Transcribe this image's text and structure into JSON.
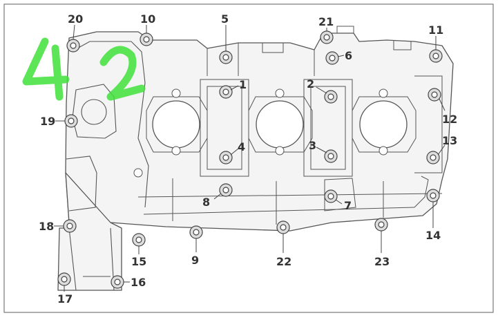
{
  "handwritten_annotation": {
    "text": "42",
    "color": "#3ee03a"
  },
  "colors": {
    "line": "#555555",
    "body": "#f4f4f4",
    "label": "#333333",
    "border": "#777777"
  },
  "callouts": [
    {
      "id": "1",
      "label": "1"
    },
    {
      "id": "2",
      "label": "2"
    },
    {
      "id": "3",
      "label": "3"
    },
    {
      "id": "4",
      "label": "4"
    },
    {
      "id": "5",
      "label": "5"
    },
    {
      "id": "6",
      "label": "6"
    },
    {
      "id": "7",
      "label": "7"
    },
    {
      "id": "8",
      "label": "8"
    },
    {
      "id": "9",
      "label": "9"
    },
    {
      "id": "10",
      "label": "10"
    },
    {
      "id": "11",
      "label": "11"
    },
    {
      "id": "12",
      "label": "12"
    },
    {
      "id": "13",
      "label": "13"
    },
    {
      "id": "14",
      "label": "14"
    },
    {
      "id": "15",
      "label": "15"
    },
    {
      "id": "16",
      "label": "16"
    },
    {
      "id": "17",
      "label": "17"
    },
    {
      "id": "18",
      "label": "18"
    },
    {
      "id": "19",
      "label": "19"
    },
    {
      "id": "20",
      "label": "20"
    },
    {
      "id": "21",
      "label": "21"
    },
    {
      "id": "22",
      "label": "22"
    },
    {
      "id": "23",
      "label": "23"
    }
  ]
}
